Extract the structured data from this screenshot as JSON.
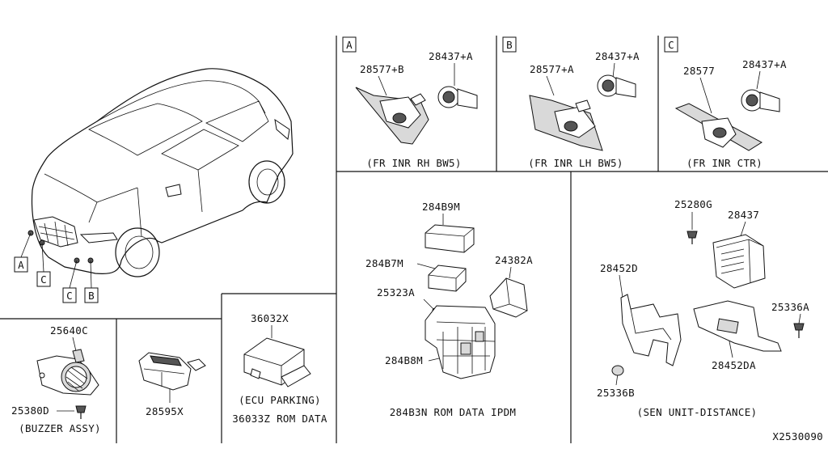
{
  "overview": {
    "callouts": [
      "A",
      "C",
      "C",
      "B"
    ]
  },
  "panel_a": {
    "letter": "A",
    "parts": [
      "28577+B",
      "28437+A"
    ],
    "caption": "(FR INR RH BW5)"
  },
  "panel_b": {
    "letter": "B",
    "parts": [
      "28577+A",
      "28437+A"
    ],
    "caption": "(FR INR LH BW5)"
  },
  "panel_c": {
    "letter": "C",
    "parts": [
      "28577",
      "28437+A"
    ],
    "caption": "(FR INR CTR)"
  },
  "ipdm": {
    "parts": [
      "284B9M",
      "284B7M",
      "24382A",
      "25323A",
      "284B8M"
    ],
    "caption": "284B3N ROM DATA IPDM"
  },
  "sen_unit": {
    "parts": [
      "25280G",
      "28437",
      "28452D",
      "25336A",
      "28452DA",
      "25336B"
    ],
    "caption": "(SEN UNIT-DISTANCE)"
  },
  "buzzer": {
    "parts": [
      "25640C",
      "25380D"
    ],
    "caption": "(BUZZER ASSY)"
  },
  "switch": {
    "parts": [
      "28595X"
    ]
  },
  "ecu": {
    "parts": [
      "36032X"
    ],
    "caption1": "(ECU PARKING)",
    "caption2": "36033Z ROM DATA"
  },
  "footer": {
    "figure_id": "X2530090"
  }
}
